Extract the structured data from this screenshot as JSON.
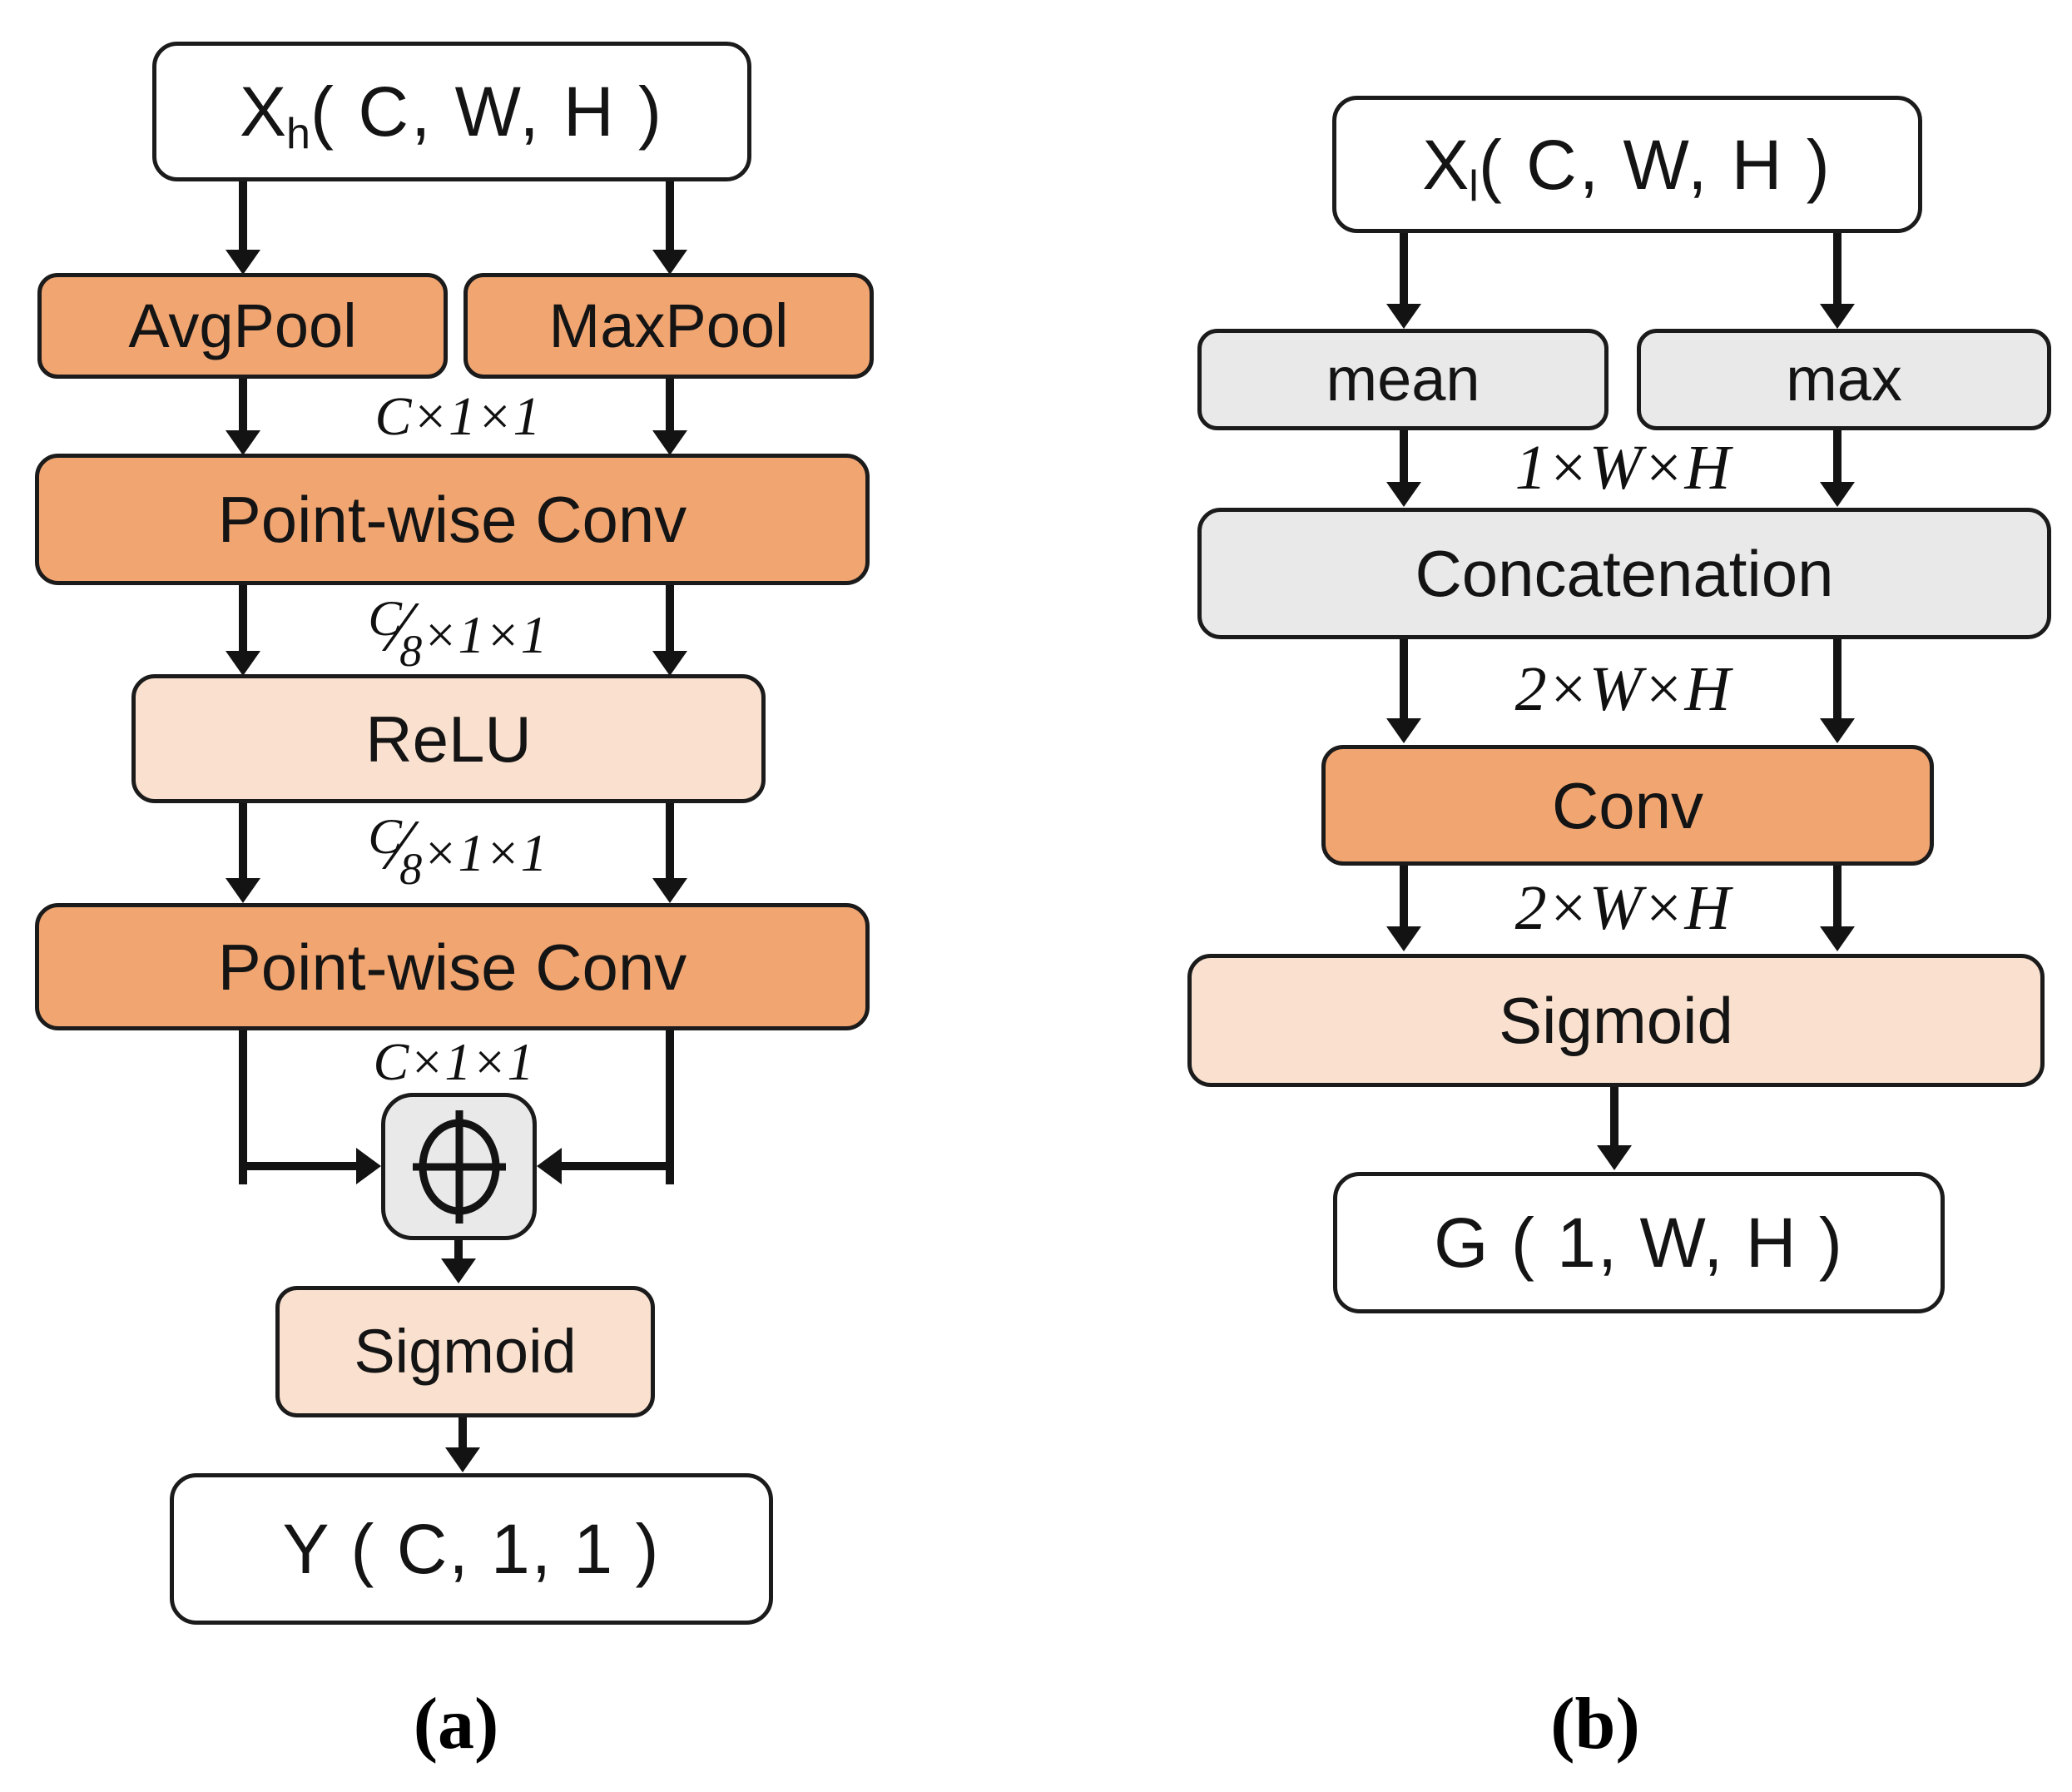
{
  "figure": {
    "colors": {
      "box_orange": "#F1A571",
      "box_peach": "#FAE1CF",
      "box_gray": "#E9E9E9",
      "box_white": "#FFFFFF",
      "border_black": "#1B1B1B"
    },
    "panel_a": {
      "caption": "(a)",
      "input_base": "X",
      "input_sub": "h",
      "input_args": "( C, W, H )",
      "avgpool": "AvgPool",
      "maxpool": "MaxPool",
      "pwconv1": "Point-wise Conv",
      "relu": "ReLU",
      "pwconv2": "Point-wise Conv",
      "sigmoid": "Sigmoid",
      "output": "Y ( C, 1, 1 )",
      "dim_c11_top": "C×1×1",
      "dim_c11_bottom": "C×1×1",
      "frac_num": "C",
      "frac_slash": "⁄",
      "frac_den": "8",
      "frac_rest": "×1×1",
      "circled_plus_icon": "⊕"
    },
    "panel_b": {
      "caption": "(b)",
      "input_base": "X",
      "input_sub": "l",
      "input_args": "( C, W, H )",
      "mean": "mean",
      "max": "max",
      "concat": "Concatenation",
      "conv": "Conv",
      "sigmoid": "Sigmoid",
      "output": "G ( 1, W, H )",
      "dim_1wh": "1×W×H",
      "dim_2wh_1": "2×W×H",
      "dim_2wh_2": "2×W×H"
    }
  }
}
